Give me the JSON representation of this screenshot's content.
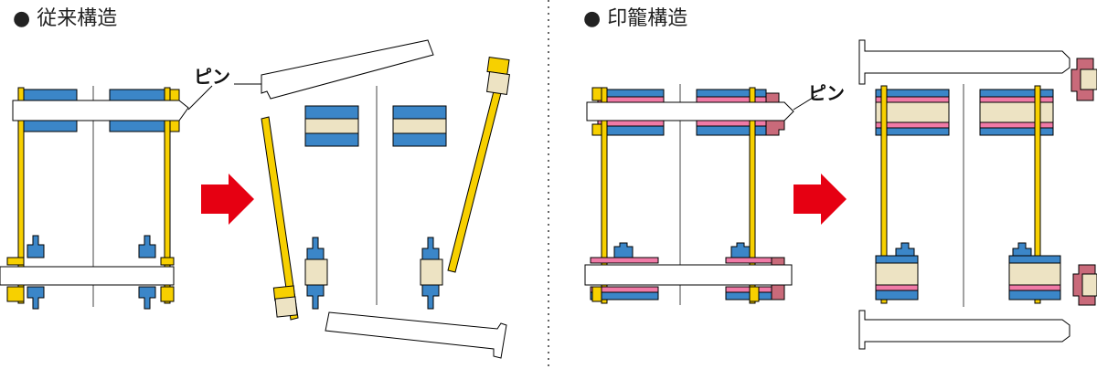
{
  "left_panel": {
    "title": "● 従来構造",
    "pin_label": "ピン"
  },
  "right_panel": {
    "title": "● 印籠構造",
    "pin_label": "ピン"
  },
  "colors": {
    "blue": "#3b86c8",
    "yellow": "#f7d000",
    "beige": "#ede3c3",
    "pink": "#f07aa6",
    "rose": "#c96a7a",
    "arrow_red": "#e60012",
    "divider": "#666666"
  }
}
